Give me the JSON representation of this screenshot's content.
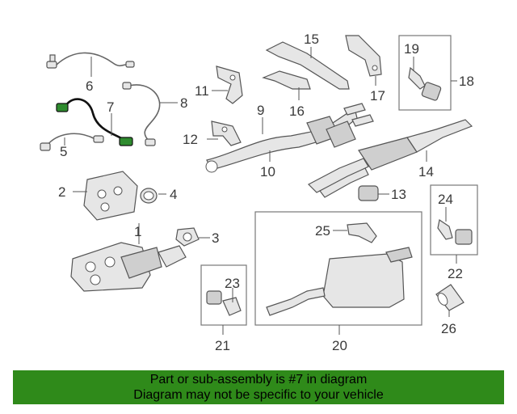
{
  "banner": {
    "line1": "Part or sub-assembly is #7 in diagram",
    "line2": "Diagram may not be specific to your vehicle",
    "color": "#2f8a1a"
  },
  "diagram": {
    "highlighted_part": "7",
    "labels": {
      "p1": "1",
      "p2": "2",
      "p3": "3",
      "p4": "4",
      "p5": "5",
      "p6": "6",
      "p7": "7",
      "p8": "8",
      "p9": "9",
      "p10": "10",
      "p11": "11",
      "p12": "12",
      "p13": "13",
      "p14": "14",
      "p15": "15",
      "p16": "16",
      "p17": "17",
      "p18": "18",
      "p19": "19",
      "p20": "20",
      "p21": "21",
      "p22": "22",
      "p23": "23",
      "p24": "24",
      "p25": "25",
      "p26": "26"
    }
  }
}
